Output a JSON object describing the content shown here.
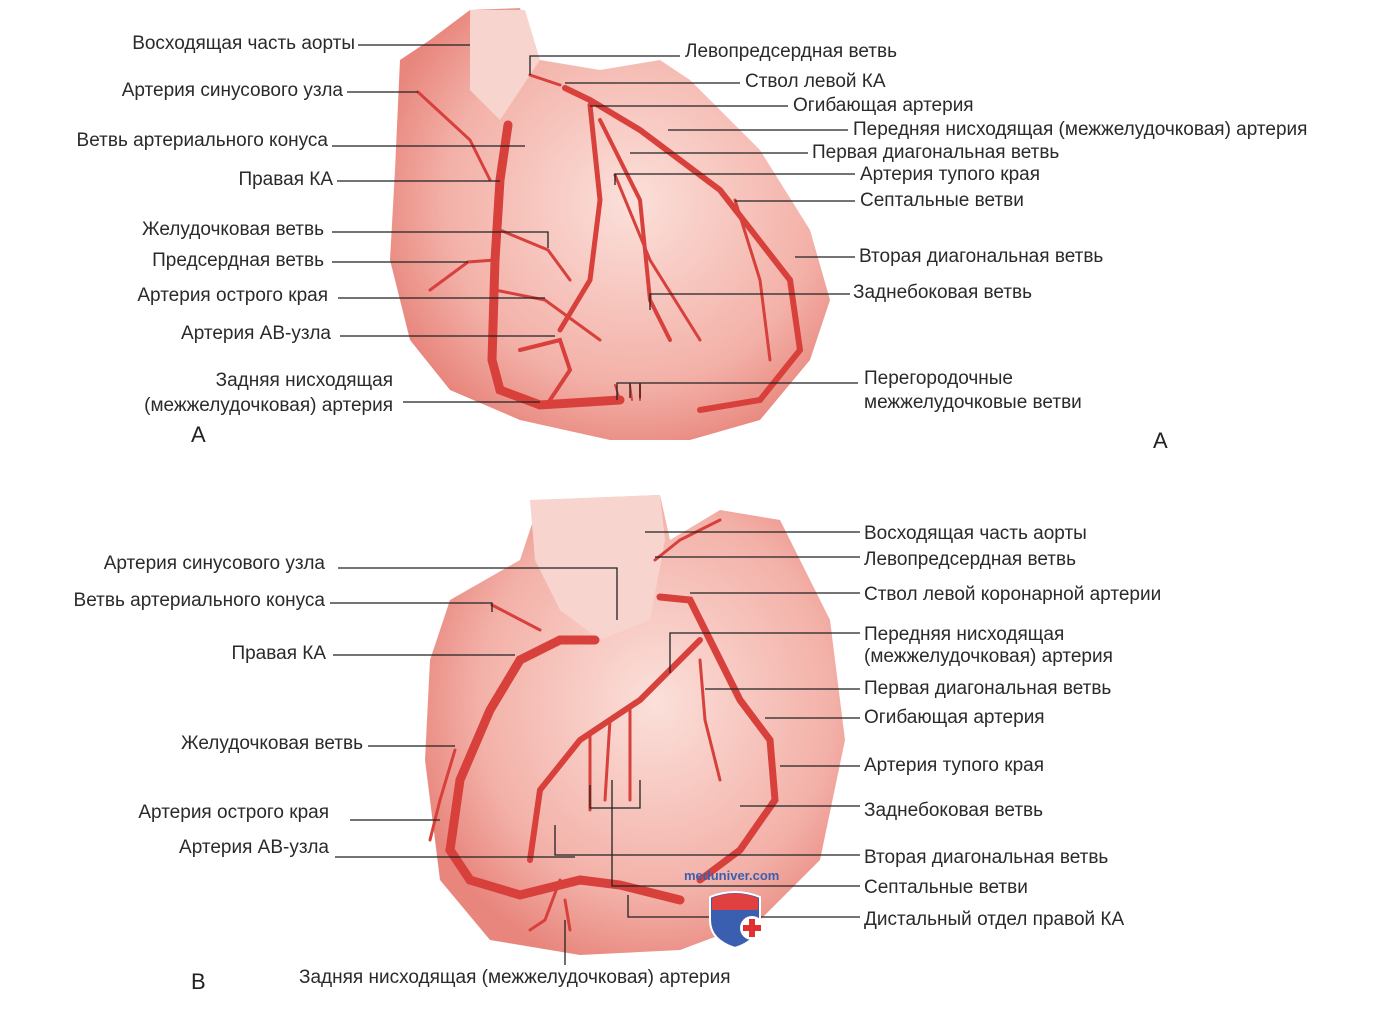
{
  "panel_a": {
    "letter_left": "A",
    "letter_right": "A",
    "left_labels": [
      "Восходящая часть аорты",
      "Артерия синусового узла",
      "Ветвь артериального конуса",
      "Правая КА",
      "Желудочковая ветвь",
      "Предсердная ветвь",
      "Артерия острого края",
      "Артерия АВ-узла",
      "Задняя нисходящая",
      "(межжелудочковая) артерия"
    ],
    "right_labels": [
      "Левопредсердная ветвь",
      "Ствол левой КА",
      "Огибающая артерия",
      "Передняя нисходящая (межжелудочковая) артерия",
      "Первая диагональная ветвь",
      "Артерия тупого края",
      "Септальные ветви",
      "Вторая диагональная ветвь",
      "Заднебоковая ветвь",
      "Перегородочные",
      "межжелудочковые ветви"
    ]
  },
  "panel_b": {
    "letter": "B",
    "left_labels": [
      "Артерия синусового узла",
      "Ветвь артериального конуса",
      "Правая КА",
      "Желудочковая ветвь",
      "Артерия острого края",
      "Артерия АВ-узла"
    ],
    "bottom_label": "Задняя нисходящая (межжелудочковая) артерия",
    "right_labels": [
      "Восходящая часть аорты",
      "Левопредсердная ветвь",
      "Ствол левой коронарной артерии",
      "Передняя нисходящая",
      "(межжелудочковая) артерия",
      "Первая диагональная ветвь",
      "Огибающая артерия",
      "Артерия тупого края",
      "Заднебоковая ветвь",
      "Вторая диагональная ветвь",
      "Септальные ветви",
      "Дистальный отдел правой КА"
    ]
  },
  "watermark": "meduniver.com",
  "colors": {
    "heart": "#f2aaa2",
    "artery": "#d8403c",
    "leader": "#222222"
  }
}
